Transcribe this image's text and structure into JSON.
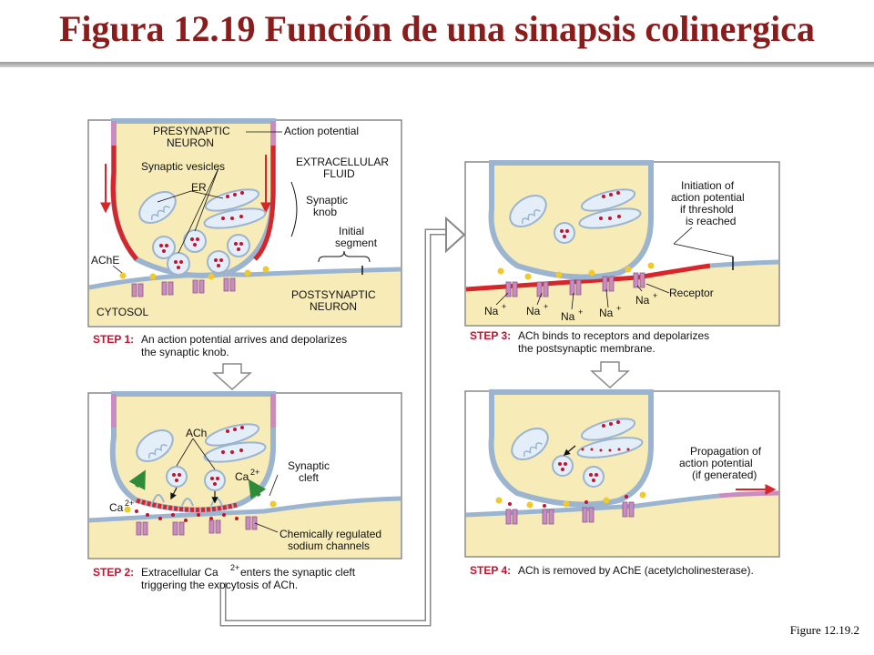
{
  "title": "Figura 12.19  Función de una sinapsis colinergica",
  "figure_credit": "Figure 12.19.2",
  "colors": {
    "title": "#8b1c1c",
    "cytosol": "#f7ecb8",
    "membrane_blue": "#9bb4cf",
    "membrane_red": "#d6262a",
    "receptor": "#c98bc0",
    "step_red": "#c4122f"
  },
  "panel1": {
    "labels": {
      "presynaptic": "PRESYNAPTIC",
      "neuron": "NEURON",
      "action_potential": "Action potential",
      "synaptic_vesicles": "Synaptic vesicles",
      "extracellular": "EXTRACELLULAR",
      "fluid": "FLUID",
      "er": "ER",
      "synaptic": "Synaptic",
      "knob": "knob",
      "initial": "Initial",
      "segment": "segment",
      "ache": "AChE",
      "postsynaptic": "POSTSYNAPTIC",
      "neuron2": "NEURON",
      "cytosol": "CYTOSOL"
    },
    "step_label": "STEP 1:",
    "step_text_1": "An action potential arrives and depolarizes",
    "step_text_2": "the synaptic knob."
  },
  "panel2": {
    "labels": {
      "ach": "ACh",
      "ca_left": "Ca",
      "ca_right": "Ca",
      "sup": "2+",
      "synaptic": "Synaptic",
      "cleft": "cleft",
      "chem1": "Chemically regulated",
      "chem2": "sodium channels"
    },
    "step_label": "STEP 2:",
    "step_text_1a": "Extracellular Ca",
    "step_text_1b": " enters the synaptic cleft",
    "step_sup": "2+",
    "step_text_2": "triggering the exocytosis of ACh."
  },
  "panel3": {
    "labels": {
      "init1": "Initiation of",
      "init2": "action potential",
      "init3": "if threshold",
      "init4": "is reached",
      "receptor": "Receptor",
      "na": "Na",
      "plus": "+"
    },
    "step_label": "STEP 3:",
    "step_text_1": "ACh binds to receptors and depolarizes",
    "step_text_2": "the postsynaptic membrane."
  },
  "panel4": {
    "labels": {
      "prop1": "Propagation of",
      "prop2": "action potential",
      "prop3": "(if generated)"
    },
    "step_label": "STEP 4:",
    "step_text_1": "ACh is removed by AChE (acetylcholinesterase)."
  }
}
